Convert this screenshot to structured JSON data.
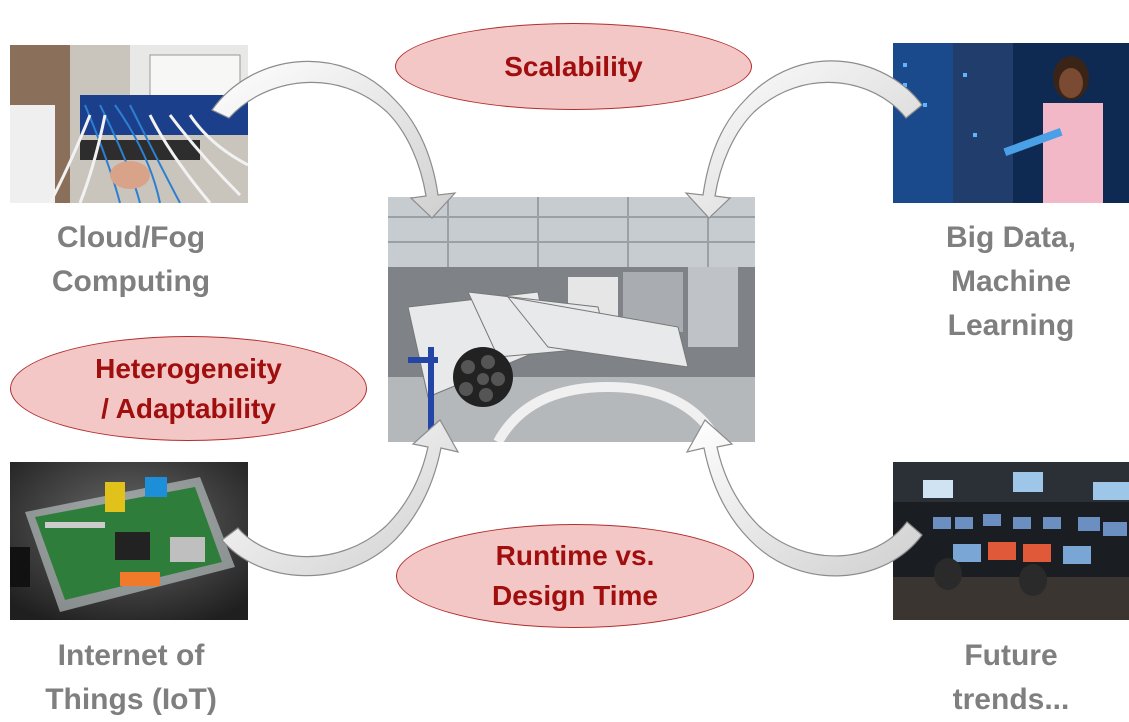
{
  "challenges": {
    "scalability": "Scalability",
    "heterogeneity_line1": "Heterogeneity",
    "heterogeneity_line2": "/ Adaptability",
    "runtime_line1": "Runtime vs.",
    "runtime_line2": "Design Time"
  },
  "topics": {
    "cloud_line1": "Cloud/Fog",
    "cloud_line2": "Computing",
    "bigdata_line1": "Big Data,",
    "bigdata_line2": "Machine",
    "bigdata_line3": "Learning",
    "iot_line1": "Internet of",
    "iot_line2": "Things (IoT)",
    "future_line1": "Future",
    "future_line2": "trends..."
  },
  "colors": {
    "ellipse_fill": "#f4c7c7",
    "ellipse_border": "#b22d2d",
    "ellipse_text": "#a00e0e",
    "caption_text": "#7f7f7f",
    "arrow_fill": "#ffffff",
    "arrow_stroke": "#8c8c8c"
  }
}
